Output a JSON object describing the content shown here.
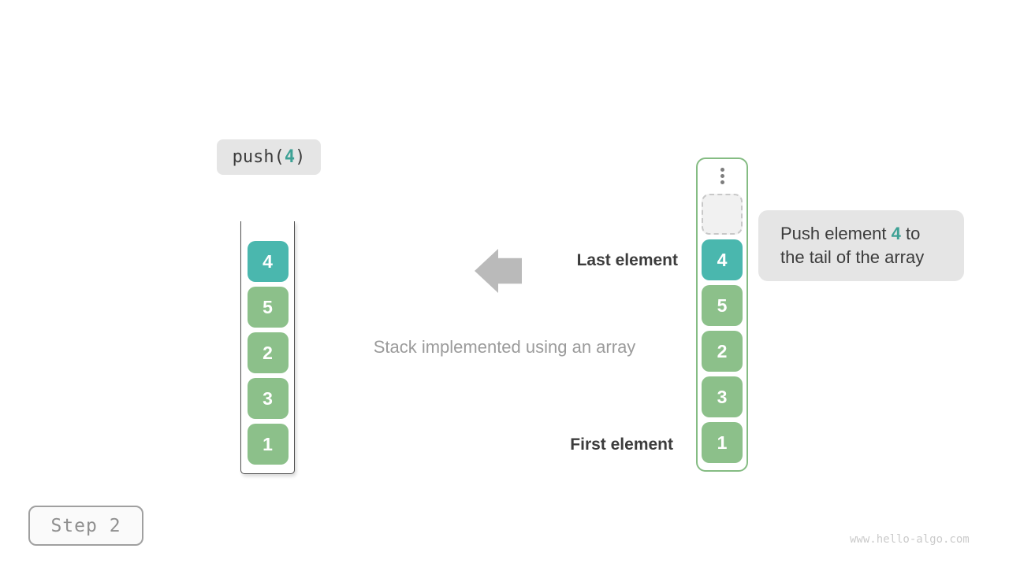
{
  "push_label": {
    "func": "push(",
    "arg": "4",
    "close": ")"
  },
  "left_stack": {
    "values": [
      "4",
      "5",
      "2",
      "3",
      "1"
    ],
    "highlight_index": 0
  },
  "right_stack": {
    "values": [
      "4",
      "5",
      "2",
      "3",
      "1"
    ],
    "highlight_index": 0,
    "has_empty_slot": true,
    "ellipsis_icon": "vertical-dots"
  },
  "annotations": {
    "last_element": "Last element",
    "first_element": "First element",
    "caption": "Stack implemented using an array"
  },
  "tooltip": {
    "pre": "Push element ",
    "value": "4",
    "post": " to",
    "line2": "the tail of the array"
  },
  "step_badge": {
    "label": "Step 2"
  },
  "watermark": "www.hello-algo.com",
  "colors": {
    "teal": "#4ab7ae",
    "teal-text": "#3da195",
    "green": "#8cc08a",
    "green-border": "#85bc83",
    "cell-text": "#ffffff",
    "label-bg": "#e5e5e5",
    "dark-text": "#3c3c3c",
    "muted-text": "#9b9b9b",
    "arrow-gray": "#bababa",
    "container-border": "#4f4f4f",
    "slot-bg": "#f1f1f1",
    "slot-border": "#c8c8c8",
    "dot-gray": "#7d7d7d",
    "step-border": "#a0a0a0",
    "step-text": "#8f8f8f",
    "step-bg": "#fafafa",
    "watermark-text": "#cbcbcb"
  }
}
